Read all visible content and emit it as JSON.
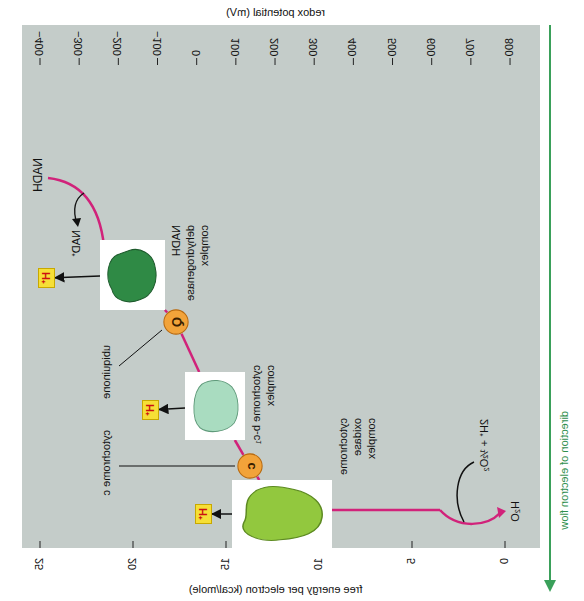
{
  "diagram": {
    "nodes": [
      {
        "text": [
          "H⁺"
        ]
      },
      {
        "text": [
          "NADH dehydrogenase complex"
        ]
      },
      {
        "text": [
          "Q"
        ]
      },
      {
        "text": [
          "H⁺"
        ]
      },
      {
        "text": [
          "cytochrome b-c₁ complex"
        ]
      },
      {
        "text": [
          "c"
        ]
      },
      {
        "text": [
          "H⁺"
        ]
      },
      {
        "text": [
          "cytochrome oxidase complex"
        ]
      }
    ],
    "edges": [
      {
        "from": 1,
        "to": 0,
        "arrow": "to"
      },
      {
        "from": 4,
        "to": 3,
        "arrow": "to"
      },
      {
        "from": 7,
        "to": 6,
        "arrow": "to"
      },
      {
        "from": 1,
        "to": 2,
        "arrow": "none"
      },
      {
        "from": 2,
        "to": 4,
        "arrow": "none"
      },
      {
        "from": 4,
        "to": 5,
        "arrow": "none"
      },
      {
        "from": 5,
        "to": 7,
        "arrow": "none"
      }
    ],
    "labels": [
      "NADH",
      "NAD⁺",
      "ubiquinone",
      "cytochrome c",
      "2H⁺ + ½O₂",
      "H₂O",
      "redox potential (mV)",
      "−400",
      "−300",
      "−200",
      "−100",
      "0",
      "100",
      "200",
      "300",
      "400",
      "500",
      "600",
      "700",
      "800",
      "free energy per electron (kcal/mole)",
      "25",
      "20",
      "15",
      "10",
      "5",
      "0",
      "direction of electron flow"
    ]
  }
}
